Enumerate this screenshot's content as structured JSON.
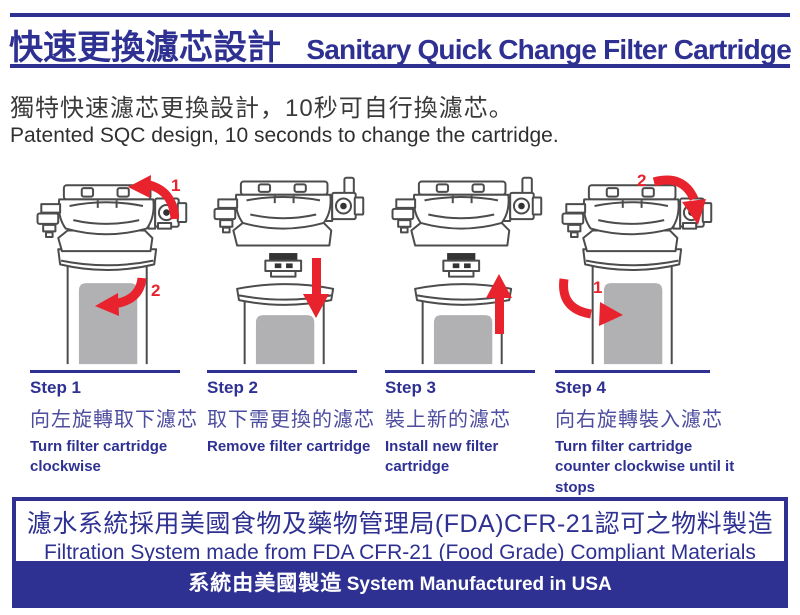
{
  "header": {
    "title_zh": "快速更換濾芯設計",
    "title_en": "Sanitary Quick Change Filter Cartridge"
  },
  "intro": {
    "zh": "獨特快速濾芯更換設計，10秒可自行換濾芯。",
    "en": "Patented SQC design, 10 seconds to change the cartridge."
  },
  "steps": [
    {
      "label": "Step 1",
      "zh": "向左旋轉取下濾芯",
      "en": "Turn filter cartridge clockwise",
      "arrow_labels": [
        "1",
        "2"
      ]
    },
    {
      "label": "Step 2",
      "zh": "取下需更換的濾芯",
      "en": "Remove filter cartridge",
      "arrow_labels": []
    },
    {
      "label": "Step 3",
      "zh": "裝上新的濾芯",
      "en": "Install new filter cartridge",
      "arrow_labels": []
    },
    {
      "label": "Step 4",
      "zh": "向右旋轉裝入濾芯",
      "en": "Turn filter cartridge counter clockwise until it stops",
      "arrow_labels": [
        "1",
        "2"
      ]
    }
  ],
  "footer": {
    "fda_zh": "濾水系統採用美國食物及藥物管理局(FDA)CFR-21認可之物料製造",
    "fda_en": "Filtration System made from FDA CFR-21 (Food Grade) Compliant Materials",
    "made_zh": "系統由美國製造",
    "made_en": "System Manufactured in USA"
  },
  "colors": {
    "navy": "#2e3192",
    "red": "#e8232d",
    "label_gray": "#b1b1b3",
    "outline_gray": "#4c4c4c",
    "step_zh_blue": "#4d4da0"
  }
}
